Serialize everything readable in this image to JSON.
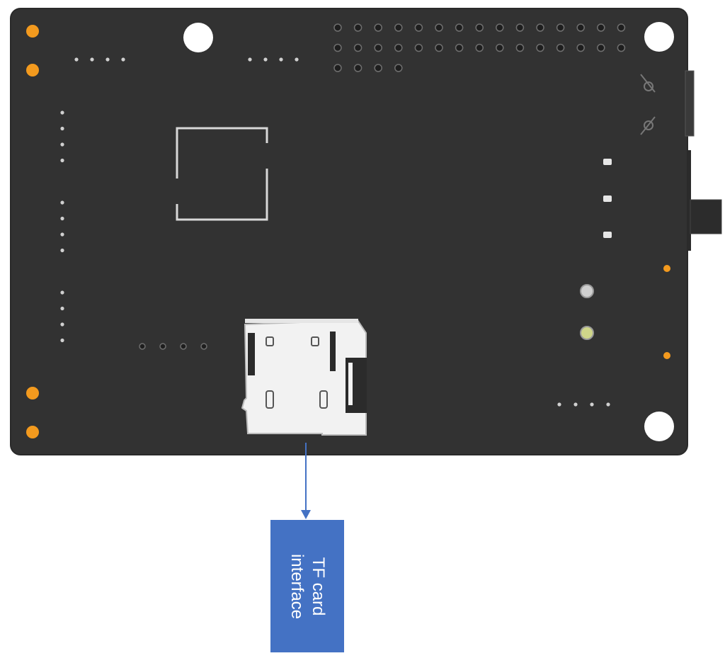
{
  "diagram": {
    "callout": {
      "label": "TF card\ninterface"
    },
    "colors": {
      "board": "#323232",
      "board_edge": "#2a2a2a",
      "mounting_hole": "#ffffff",
      "orange_pad": "#f39a1e",
      "via": "#8a8a8a",
      "header_pin": "#1e1e1e",
      "header_pin_ring": "#6e6e6e",
      "silkscreen": "#d8d8d8",
      "card_slot_metal": "#f2f2f2",
      "callout_box": "#4472c4",
      "callout_arrow": "#4472c4",
      "callout_text": "#ffffff"
    },
    "icons": {
      "board": "pcb-board",
      "slot": "tf-card-slot"
    }
  }
}
